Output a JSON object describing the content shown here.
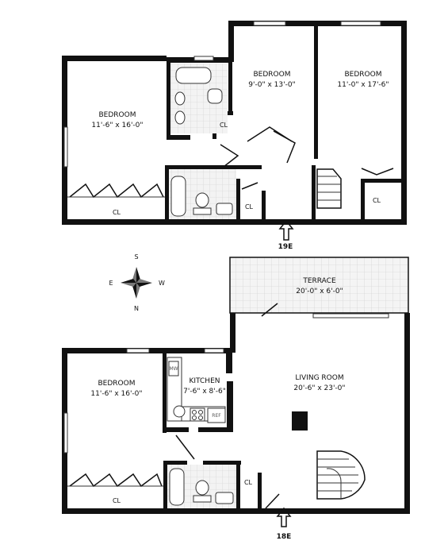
{
  "upper_floor": {
    "unit": "19E",
    "bedroom_left": {
      "name": "BEDROOM",
      "dims": "11'-6\" x 16'-0\""
    },
    "bedroom_mid": {
      "name": "BEDROOM",
      "dims": "9'-0\" x 13'-0\""
    },
    "bedroom_right": {
      "name": "BEDROOM",
      "dims": "11'-0\" x 17'-6\""
    },
    "closets": [
      "CL",
      "CL",
      "CL",
      "CL"
    ]
  },
  "compass": {
    "s": "S",
    "w": "W",
    "n": "N",
    "e": "E"
  },
  "lower_floor": {
    "unit": "18E",
    "terrace": {
      "name": "TERRACE",
      "dims": "20'-0\" x 6'-0\""
    },
    "bedroom": {
      "name": "BEDROOM",
      "dims": "11'-6\" x 16'-0\""
    },
    "kitchen": {
      "name": "KITCHEN",
      "dims": "7'-6\" x 8'-6\""
    },
    "living_room": {
      "name": "LIVING ROOM",
      "dims": "20'-6\" x 23'-0\""
    },
    "closets": [
      "CL",
      "CL"
    ],
    "appliances": {
      "mw": "MW",
      "ref": "REF"
    }
  }
}
